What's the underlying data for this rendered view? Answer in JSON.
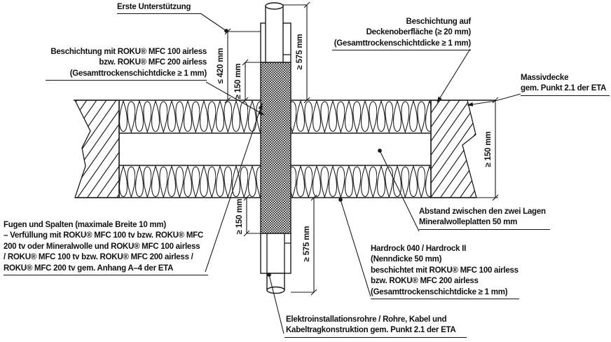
{
  "drawing": {
    "type": "technical-detail-section",
    "subject": "Kabel-/Rohrabschottung durch Massivdecke (Deckendurchführung)"
  },
  "labels": {
    "erste_unterstuetzung": {
      "lines": [
        "Erste Unterstützung"
      ]
    },
    "besch_links": {
      "lines": [
        "Beschichtung mit ROKU® MFC 100 airless",
        "bzw. ROKU® MFC 200 airless",
        "(Gesamttrockenschichtdicke ≥ 1 mm)"
      ]
    },
    "besch_decke": {
      "lines": [
        "Beschichtung auf",
        "Deckenoberfläche (≥ 20 mm)",
        "(Gesamttrockenschichtdicke ≥ 1 mm)"
      ]
    },
    "massivdecke": {
      "lines": [
        "Massivdecke",
        "gem. Punkt 2.1 der ETA"
      ]
    },
    "fugen": {
      "lines": [
        "Fugen und Spalten (maximale Breite 10 mm)",
        "– Verfüllung mit ROKU® MFC 100 tv bzw. ROKU® MFC",
        "200 tv oder Mineralwolle und ROKU® MFC 100 airless",
        "/ ROKU® MFC 100 tv bzw. ROKU® MFC 200 airless /",
        "ROKU® MFC 200 tv gem. Anhang A–4 der ETA"
      ]
    },
    "abstand": {
      "lines": [
        "Abstand zwischen den zwei Lagen",
        "Mineralwolleplatten 50 mm"
      ]
    },
    "hardrock": {
      "lines": [
        "Hardrock 040 / Hardrock II",
        "(Nenndicke 50 mm)",
        "beschichtet mit ROKU® MFC 100 airless",
        "bzw. ROKU® MFC 200 airless",
        "(Gesamttrockenschichtdicke ≥ 1 mm)"
      ]
    },
    "elektro": {
      "lines": [
        "Elektroinstallationsrohre / Rohre, Kabel und",
        "Kabeltragkonstruktion gem. Punkt 2.1 der ETA"
      ]
    }
  },
  "dimensions": {
    "top_support": "≤ 420 mm",
    "top_board": "≥ 150 mm",
    "top_pipe": "≥ 575 mm",
    "bottom_board": "≥ 150 mm",
    "bottom_pipe": "≥ 575 mm",
    "slab_thickness": "≥ 150 mm"
  },
  "colors": {
    "line": "#1a1a1a",
    "background": "#ffffff",
    "coating_hatch": "#1a1a1a"
  }
}
